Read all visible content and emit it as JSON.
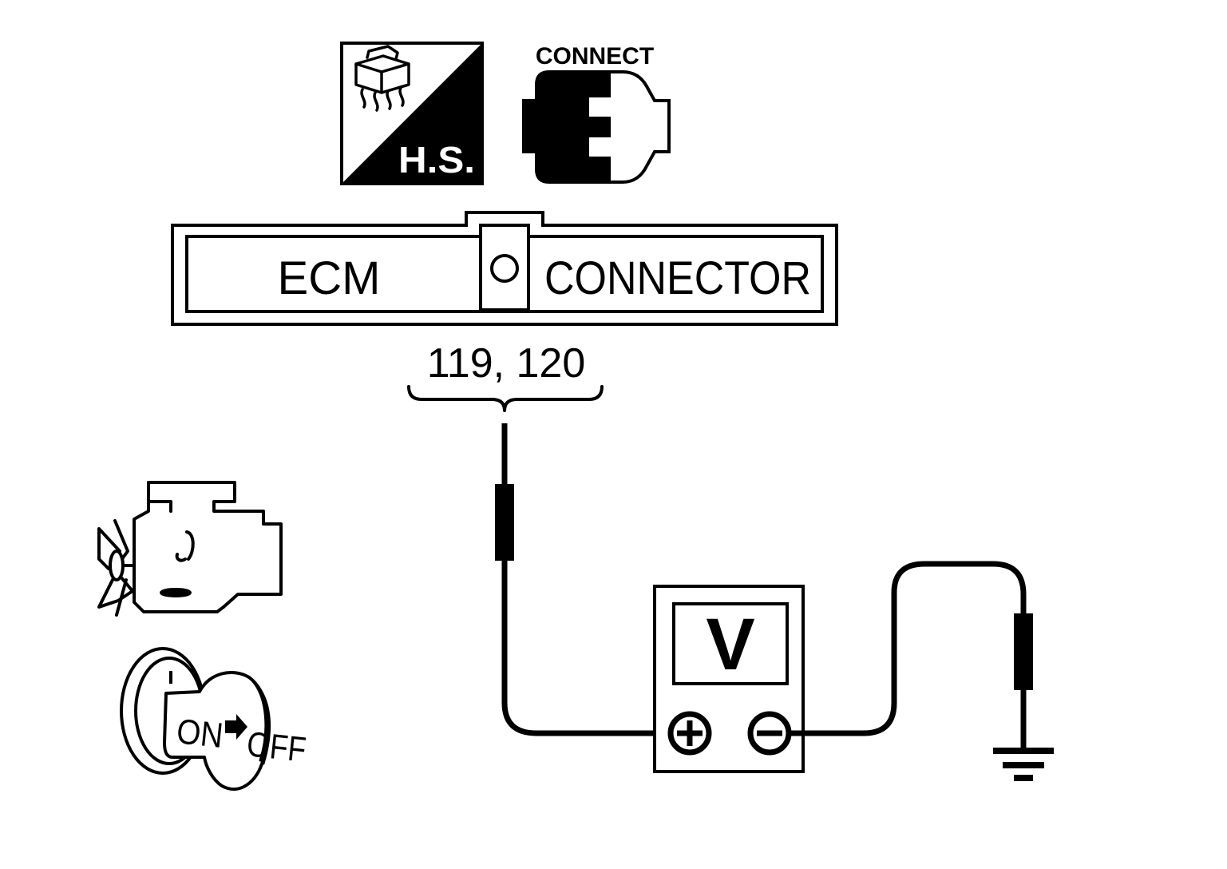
{
  "harness_icon": {
    "label": "H.S."
  },
  "connect_icon": {
    "label": "CONNECT"
  },
  "connector": {
    "left_label": "ECM",
    "right_label": "CONNECTOR"
  },
  "terminals": {
    "label": "119, 120"
  },
  "voltmeter": {
    "display": "V",
    "positive_symbol": "+",
    "negative_symbol": "−"
  },
  "ignition_switch": {
    "on_label": "ON",
    "off_label": "OFF"
  },
  "colors": {
    "ink": "#000000",
    "paper": "#ffffff"
  }
}
